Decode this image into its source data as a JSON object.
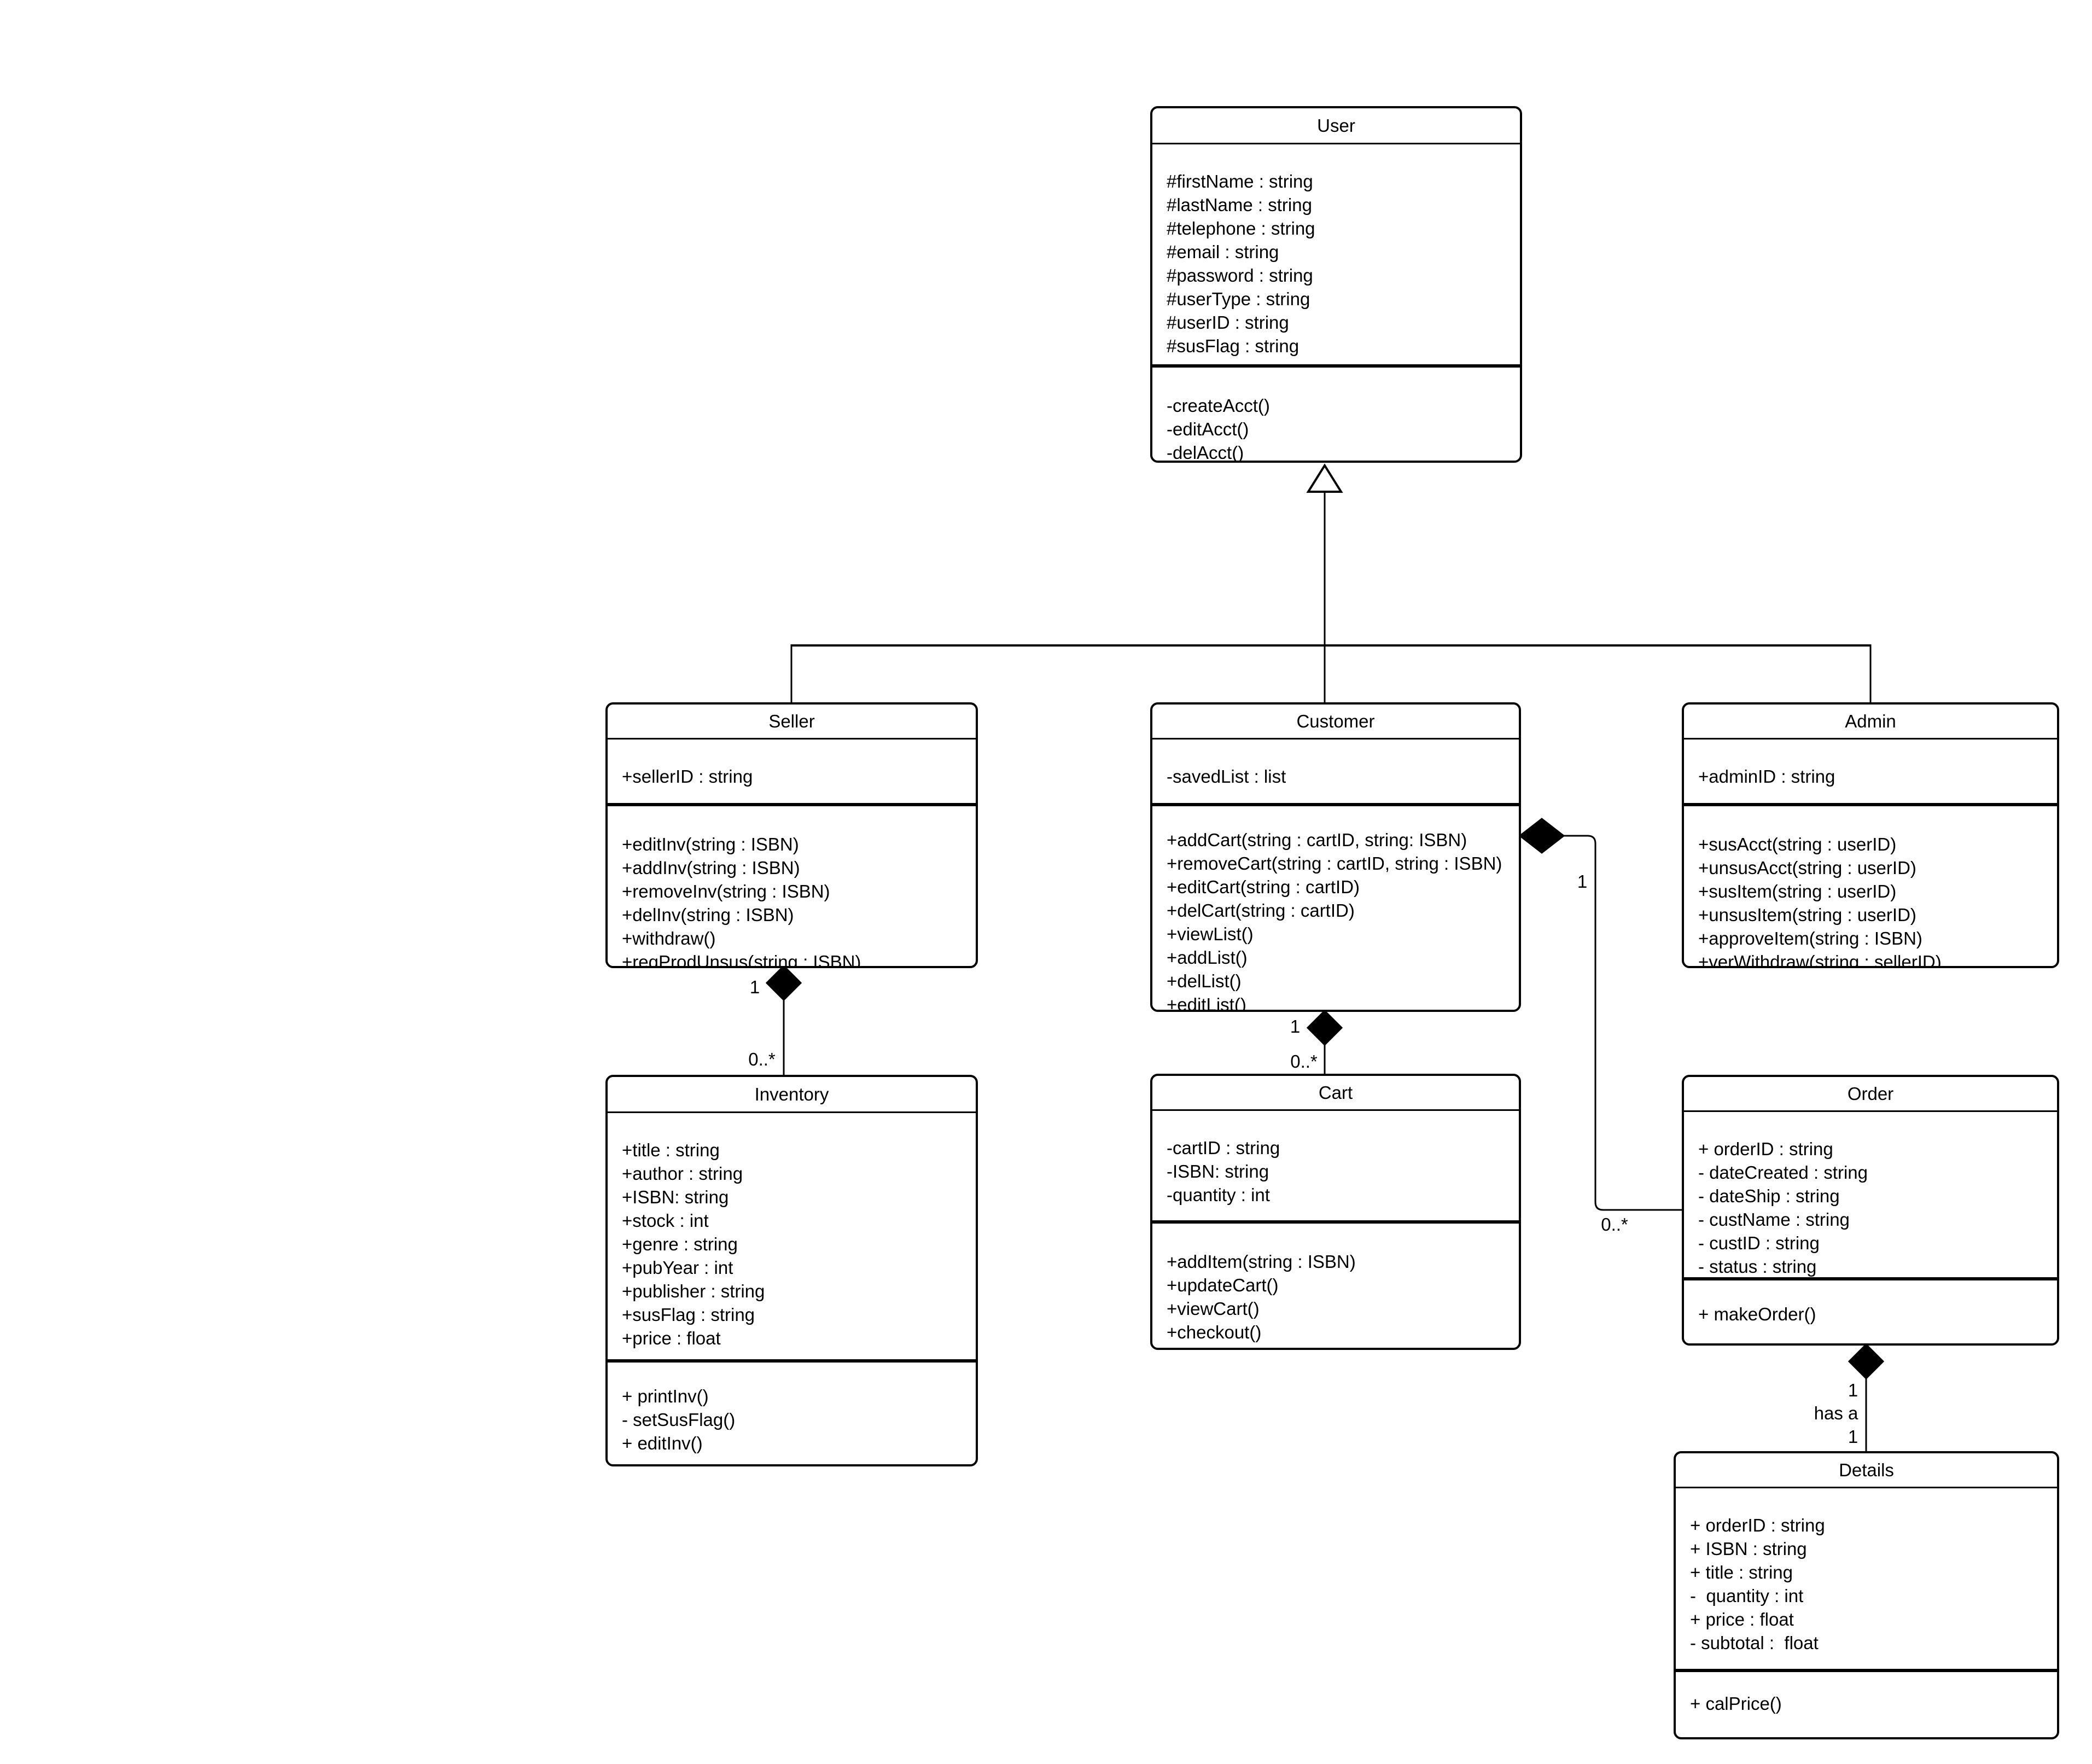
{
  "diagram": {
    "type": "uml-class-diagram",
    "colors": {
      "background": "#ffffff",
      "stroke": "#000000",
      "text": "#000000"
    },
    "classes": [
      {
        "id": "user",
        "title": "User",
        "attributes": [
          "#firstName : string",
          "#lastName : string",
          "#telephone : string",
          "#email : string",
          "#password : string",
          "#userType : string",
          "#userID : string",
          "#susFlag : string"
        ],
        "methods": [
          "-createAcct()",
          "-editAcct()",
          "-delAcct()"
        ]
      },
      {
        "id": "seller",
        "title": "Seller",
        "attributes": [
          "+sellerID : string"
        ],
        "methods": [
          "+editInv(string : ISBN)",
          "+addInv(string : ISBN)",
          "+removeInv(string : ISBN)",
          "+delInv(string : ISBN)",
          "+withdraw()",
          "+reqProdUnsus(string : ISBN)"
        ]
      },
      {
        "id": "customer",
        "title": "Customer",
        "attributes": [
          "-savedList : list"
        ],
        "methods": [
          "+addCart(string : cartID, string: ISBN)",
          "+removeCart(string : cartID, string : ISBN)",
          "+editCart(string : cartID)",
          "+delCart(string : cartID)",
          "+viewList()",
          "+addList()",
          "+delList()",
          "+editList()"
        ]
      },
      {
        "id": "admin",
        "title": "Admin",
        "attributes": [
          "+adminID : string"
        ],
        "methods": [
          "+susAcct(string : userID)",
          "+unsusAcct(string : userID)",
          "+susItem(string : userID)",
          "+unsusItem(string : userID)",
          "+approveItem(string : ISBN)",
          "+verWithdraw(string : sellerID)"
        ]
      },
      {
        "id": "inventory",
        "title": "Inventory",
        "attributes": [
          "+title : string",
          "+author : string",
          "+ISBN: string",
          "+stock : int",
          "+genre : string",
          "+pubYear : int",
          "+publisher : string",
          "+susFlag : string",
          "+price : float"
        ],
        "methods": [
          "+ printInv()",
          "- setSusFlag()",
          "+ editInv()"
        ]
      },
      {
        "id": "cart",
        "title": "Cart",
        "attributes": [
          "-cartID : string",
          "-ISBN: string",
          "-quantity : int"
        ],
        "methods": [
          "+addItem(string : ISBN)",
          "+updateCart()",
          "+viewCart()",
          "+checkout()"
        ]
      },
      {
        "id": "order",
        "title": "Order",
        "attributes": [
          "+ orderID : string",
          "- dateCreated : string",
          "- dateShip : string",
          "- custName : string",
          "- custID : string",
          "- status : string"
        ],
        "methods": [
          "+ makeOrder()"
        ]
      },
      {
        "id": "details",
        "title": "Details",
        "attributes": [
          "+ orderID : string",
          "+ ISBN : string",
          "+ title : string",
          "-  quantity : int",
          "+ price : float",
          "- subtotal :  float"
        ],
        "methods": [
          "+ calPrice()"
        ]
      }
    ],
    "relationships": {
      "user_generalization": {
        "type": "generalization",
        "parent": "User",
        "children": "Seller, Customer, Admin"
      },
      "seller_inventory": {
        "type": "composition",
        "from": "Seller",
        "to": "Inventory",
        "from_mult": "1",
        "to_mult": "0..*"
      },
      "customer_cart": {
        "type": "composition",
        "from": "Customer",
        "to": "Cart",
        "from_mult": "1",
        "to_mult": "0..*"
      },
      "customer_order": {
        "type": "composition",
        "from": "Customer",
        "to": "Order",
        "from_mult": "1",
        "to_mult": "0..*"
      },
      "order_details": {
        "type": "composition",
        "from": "Order",
        "to": "Details",
        "from_mult": "1",
        "to_mult": "1",
        "label": "has a"
      }
    }
  }
}
